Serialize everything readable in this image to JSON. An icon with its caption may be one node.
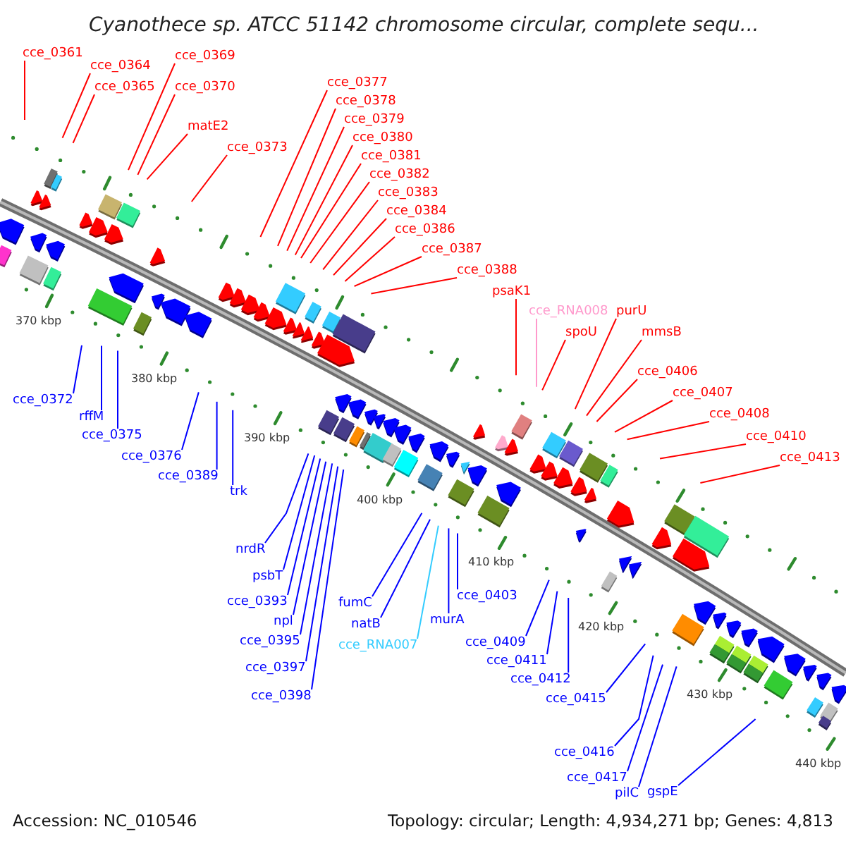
{
  "diagram": {
    "title": "Cyanothece sp. ATCC 51142 chromosome circular, complete sequ...",
    "nodes": [
      {
        "text": [
          "cce_0361"
        ]
      },
      {
        "text": [
          "cce_0364"
        ]
      },
      {
        "text": [
          "cce_0365"
        ]
      },
      {
        "text": [
          "cce_0369"
        ]
      },
      {
        "text": [
          "cce_0370"
        ]
      },
      {
        "text": [
          "matE2"
        ]
      },
      {
        "text": [
          "cce_0373"
        ]
      },
      {
        "text": [
          "cce_0377"
        ]
      },
      {
        "text": [
          "cce_0378"
        ]
      },
      {
        "text": [
          "cce_0379"
        ]
      },
      {
        "text": [
          "cce_0380"
        ]
      },
      {
        "text": [
          "cce_0381"
        ]
      },
      {
        "text": [
          "cce_0382"
        ]
      },
      {
        "text": [
          "cce_0383"
        ]
      },
      {
        "text": [
          "cce_0384"
        ]
      },
      {
        "text": [
          "cce_0386"
        ]
      },
      {
        "text": [
          "cce_0387"
        ]
      },
      {
        "text": [
          "cce_0388"
        ]
      },
      {
        "text": [
          "psaK1"
        ]
      },
      {
        "text": [
          "cce_RNA008"
        ]
      },
      {
        "text": [
          "spoU"
        ]
      },
      {
        "text": [
          "purU"
        ]
      },
      {
        "text": [
          "mmsB"
        ]
      },
      {
        "text": [
          "cce_0406"
        ]
      },
      {
        "text": [
          "cce_0407"
        ]
      },
      {
        "text": [
          "cce_0408"
        ]
      },
      {
        "text": [
          "cce_0410"
        ]
      },
      {
        "text": [
          "cce_0413"
        ]
      },
      {
        "text": [
          "cce_0372"
        ]
      },
      {
        "text": [
          "rffM"
        ]
      },
      {
        "text": [
          "cce_0375"
        ]
      },
      {
        "text": [
          "cce_0376"
        ]
      },
      {
        "text": [
          "cce_0389"
        ]
      },
      {
        "text": [
          "trk"
        ]
      },
      {
        "text": [
          "nrdR"
        ]
      },
      {
        "text": [
          "psbT"
        ]
      },
      {
        "text": [
          "cce_0393"
        ]
      },
      {
        "text": [
          "npl"
        ]
      },
      {
        "text": [
          "cce_0395"
        ]
      },
      {
        "text": [
          "cce_0397"
        ]
      },
      {
        "text": [
          "cce_0398"
        ]
      },
      {
        "text": [
          "fumC"
        ]
      },
      {
        "text": [
          "natB"
        ]
      },
      {
        "text": [
          "cce_RNA007"
        ]
      },
      {
        "text": [
          "murA"
        ]
      },
      {
        "text": [
          "cce_0403"
        ]
      },
      {
        "text": [
          "cce_0409"
        ]
      },
      {
        "text": [
          "cce_0411"
        ]
      },
      {
        "text": [
          "cce_0412"
        ]
      },
      {
        "text": [
          "cce_0415"
        ]
      },
      {
        "text": [
          "cce_0416"
        ]
      },
      {
        "text": [
          "cce_0417"
        ]
      },
      {
        "text": [
          "pilC"
        ]
      },
      {
        "text": [
          "gspE"
        ]
      }
    ],
    "edges": [
      {
        "from": 0,
        "to": null,
        "arrow": "none"
      },
      {
        "from": 1,
        "to": null,
        "arrow": "none"
      },
      {
        "from": 2,
        "to": null,
        "arrow": "none"
      },
      {
        "from": 3,
        "to": null,
        "arrow": "none"
      },
      {
        "from": 4,
        "to": null,
        "arrow": "none"
      },
      {
        "from": 5,
        "to": null,
        "arrow": "none"
      },
      {
        "from": 6,
        "to": null,
        "arrow": "none"
      },
      {
        "from": 7,
        "to": null,
        "arrow": "none"
      },
      {
        "from": 8,
        "to": null,
        "arrow": "none"
      },
      {
        "from": 9,
        "to": null,
        "arrow": "none"
      },
      {
        "from": 10,
        "to": null,
        "arrow": "none"
      },
      {
        "from": 11,
        "to": null,
        "arrow": "none"
      },
      {
        "from": 12,
        "to": null,
        "arrow": "none"
      },
      {
        "from": 13,
        "to": null,
        "arrow": "none"
      },
      {
        "from": 14,
        "to": null,
        "arrow": "none"
      },
      {
        "from": 15,
        "to": null,
        "arrow": "none"
      },
      {
        "from": 16,
        "to": null,
        "arrow": "none"
      },
      {
        "from": 17,
        "to": null,
        "arrow": "none"
      },
      {
        "from": 18,
        "to": null,
        "arrow": "none"
      },
      {
        "from": 19,
        "to": null,
        "arrow": "none",
        "color": "#ff99cc"
      },
      {
        "from": 20,
        "to": null,
        "arrow": "none"
      },
      {
        "from": 21,
        "to": null,
        "arrow": "none"
      },
      {
        "from": 22,
        "to": null,
        "arrow": "none"
      },
      {
        "from": 23,
        "to": null,
        "arrow": "none"
      },
      {
        "from": 24,
        "to": null,
        "arrow": "none"
      },
      {
        "from": 25,
        "to": null,
        "arrow": "none"
      },
      {
        "from": 26,
        "to": null,
        "arrow": "none"
      },
      {
        "from": 27,
        "to": null,
        "arrow": "none"
      },
      {
        "from": 28,
        "to": null,
        "arrow": "none",
        "color": "#0000ff"
      },
      {
        "from": 29,
        "to": null,
        "arrow": "none",
        "color": "#0000ff"
      },
      {
        "from": 30,
        "to": null,
        "arrow": "none",
        "color": "#0000ff"
      },
      {
        "from": 31,
        "to": null,
        "arrow": "none",
        "color": "#0000ff"
      },
      {
        "from": 32,
        "to": null,
        "arrow": "none",
        "color": "#0000ff"
      },
      {
        "from": 33,
        "to": null,
        "arrow": "none",
        "color": "#0000ff"
      },
      {
        "from": 34,
        "to": null,
        "arrow": "none",
        "color": "#0000ff"
      },
      {
        "from": 35,
        "to": null,
        "arrow": "none",
        "color": "#0000ff"
      },
      {
        "from": 36,
        "to": null,
        "arrow": "none",
        "color": "#0000ff"
      },
      {
        "from": 37,
        "to": null,
        "arrow": "none",
        "color": "#0000ff"
      },
      {
        "from": 38,
        "to": null,
        "arrow": "none",
        "color": "#0000ff"
      },
      {
        "from": 39,
        "to": null,
        "arrow": "none",
        "color": "#0000ff"
      },
      {
        "from": 40,
        "to": null,
        "arrow": "none",
        "color": "#0000ff"
      },
      {
        "from": 41,
        "to": null,
        "arrow": "none",
        "color": "#0000ff"
      },
      {
        "from": 42,
        "to": null,
        "arrow": "none",
        "color": "#0000ff"
      },
      {
        "from": 43,
        "to": null,
        "arrow": "none",
        "color": "#33ccff"
      },
      {
        "from": 44,
        "to": null,
        "arrow": "none",
        "color": "#0000ff"
      },
      {
        "from": 45,
        "to": null,
        "arrow": "none",
        "color": "#0000ff"
      },
      {
        "from": 46,
        "to": null,
        "arrow": "none",
        "color": "#0000ff"
      },
      {
        "from": 47,
        "to": null,
        "arrow": "none",
        "color": "#0000ff"
      },
      {
        "from": 48,
        "to": null,
        "arrow": "none",
        "color": "#0000ff"
      },
      {
        "from": 49,
        "to": null,
        "arrow": "none",
        "color": "#0000ff"
      },
      {
        "from": 50,
        "to": null,
        "arrow": "none",
        "color": "#0000ff"
      },
      {
        "from": 51,
        "to": null,
        "arrow": "none",
        "color": "#0000ff"
      },
      {
        "from": 52,
        "to": null,
        "arrow": "none",
        "color": "#0000ff"
      },
      {
        "from": 53,
        "to": null,
        "arrow": "none",
        "color": "#0000ff"
      }
    ],
    "labels": [
      "370 kbp",
      "380 kbp",
      "390 kbp",
      "400 kbp",
      "410 kbp",
      "420 kbp",
      "430 kbp",
      "440 kbp",
      "Accession: NC_010546",
      "Topology: circular; Length: 4,934,271 bp; Genes: 4,813"
    ]
  }
}
